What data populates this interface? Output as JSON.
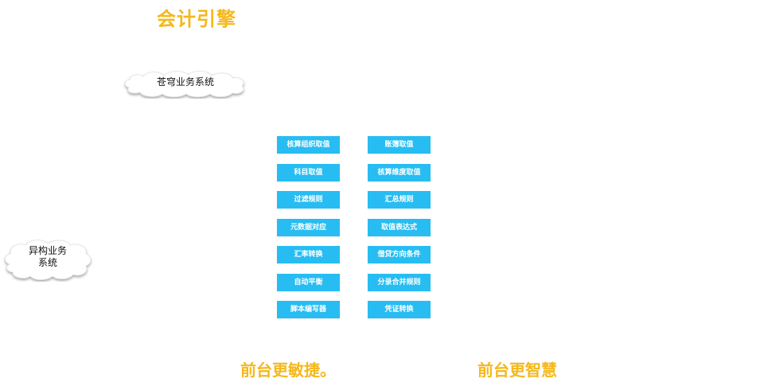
{
  "header": {
    "title": "会计引擎"
  },
  "clouds": {
    "top": {
      "label": "苍穹业务系统"
    },
    "left": {
      "line1": "异构业务",
      "line2": "系统"
    }
  },
  "buttons": {
    "left_column": [
      "核算组织取值",
      "科目取值",
      "过滤规则",
      "元数据对应",
      "汇率转换",
      "自动平衡",
      "脚本编写器"
    ],
    "right_column": [
      "账簿取值",
      "核算维度取值",
      "汇总规则",
      "取值表达式",
      "借贷方向条件",
      "分录合并规则",
      "凭证转换"
    ]
  },
  "footer": {
    "slogan_left": "前台更敏捷。",
    "slogan_right": "前台更智慧"
  },
  "colors": {
    "accent": "#f5b81c",
    "button": "#27bdf2",
    "button_text": "#ffffff"
  }
}
